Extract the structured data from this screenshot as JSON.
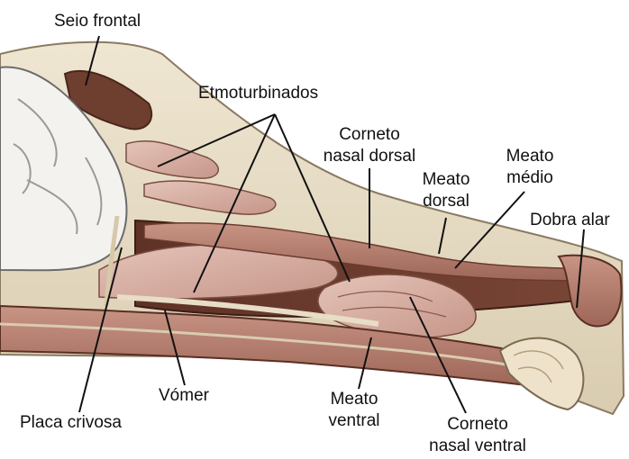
{
  "labels": {
    "seio_frontal": "Seio frontal",
    "etmoturbinados": "Etmoturbinados",
    "corneto_nasal_dorsal": [
      "Corneto",
      "nasal dorsal"
    ],
    "meato_dorsal": [
      "Meato",
      "dorsal"
    ],
    "meato_medio": [
      "Meato",
      "médio"
    ],
    "dobra_alar": "Dobra alar",
    "placa_crivosa": "Placa crivosa",
    "vomer": "Vómer",
    "meato_ventral": [
      "Meato",
      "ventral"
    ],
    "corneto_nasal_ventral": [
      "Corneto",
      "nasal ventral"
    ]
  },
  "colors": {
    "background": "#ffffff",
    "bone": "#e8ddc6",
    "cavity": "#6b3a2c",
    "mucosa": "#b98272",
    "turbinate": "#d6aea2",
    "brain": "#f3f1ee",
    "leader": "#111111"
  }
}
